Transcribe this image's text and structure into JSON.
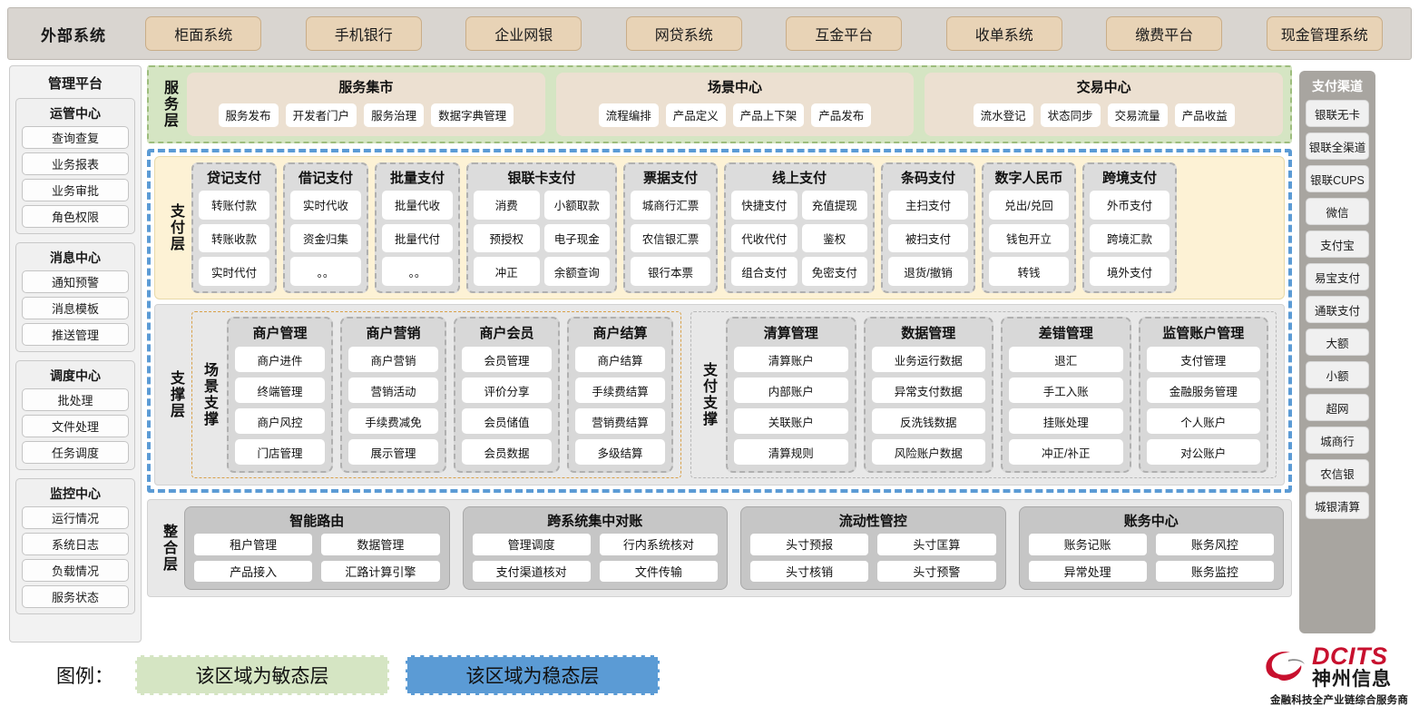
{
  "external": {
    "title": "外部系统",
    "items": [
      "柜面系统",
      "手机银行",
      "企业网银",
      "网贷系统",
      "互金平台",
      "收单系统",
      "缴费平台",
      "现金管理系统"
    ]
  },
  "left_panel": {
    "title": "管理平台",
    "groups": [
      {
        "title": "运管中心",
        "items": [
          "查询查复",
          "业务报表",
          "业务审批",
          "角色权限"
        ]
      },
      {
        "title": "消息中心",
        "items": [
          "通知预警",
          "消息模板",
          "推送管理"
        ]
      },
      {
        "title": "调度中心",
        "items": [
          "批处理",
          "文件处理",
          "任务调度"
        ]
      },
      {
        "title": "监控中心",
        "items": [
          "运行情况",
          "系统日志",
          "负载情况",
          "服务状态"
        ]
      }
    ]
  },
  "right_panel": {
    "title": "支付渠道",
    "items": [
      "银联无卡",
      "银联全渠道",
      "银联CUPS",
      "微信",
      "支付宝",
      "易宝支付",
      "通联支付",
      "大额",
      "小额",
      "超网",
      "城商行",
      "农信银",
      "城银清算"
    ]
  },
  "service_layer": {
    "label": "服务层",
    "groups": [
      {
        "title": "服务集市",
        "items": [
          "服务发布",
          "开发者门户",
          "服务治理",
          "数据字典管理"
        ]
      },
      {
        "title": "场景中心",
        "items": [
          "流程编排",
          "产品定义",
          "产品上下架",
          "产品发布"
        ]
      },
      {
        "title": "交易中心",
        "items": [
          "流水登记",
          "状态同步",
          "交易流量",
          "产品收益"
        ]
      }
    ]
  },
  "payment_layer": {
    "label": "支付层",
    "groups": [
      {
        "title": "贷记支付",
        "cols": 1,
        "width": 94,
        "items": [
          "转账付款",
          "转账收款",
          "实时代付"
        ]
      },
      {
        "title": "借记支付",
        "cols": 1,
        "width": 94,
        "items": [
          "实时代收",
          "资金归集",
          "。。"
        ]
      },
      {
        "title": "批量支付",
        "cols": 1,
        "width": 94,
        "items": [
          "批量代收",
          "批量代付",
          "。。"
        ]
      },
      {
        "title": "银联卡支付",
        "cols": 2,
        "width": 166,
        "items": [
          "消费",
          "小额取款",
          "预授权",
          "电子现金",
          "冲正",
          "余额查询"
        ]
      },
      {
        "title": "票据支付",
        "cols": 1,
        "width": 104,
        "items": [
          "城商行汇票",
          "农信银汇票",
          "银行本票"
        ]
      },
      {
        "title": "线上支付",
        "cols": 2,
        "width": 166,
        "items": [
          "快捷支付",
          "充值提现",
          "代收代付",
          "鉴权",
          "组合支付",
          "免密支付"
        ]
      },
      {
        "title": "条码支付",
        "cols": 1,
        "width": 104,
        "items": [
          "主扫支付",
          "被扫支付",
          "退货/撤销"
        ]
      },
      {
        "title": "数字人民币",
        "cols": 1,
        "width": 104,
        "items": [
          "兑出/兑回",
          "钱包开立",
          "转钱"
        ]
      },
      {
        "title": "跨境支付",
        "cols": 1,
        "width": 104,
        "items": [
          "外币支付",
          "跨境汇款",
          "境外支付"
        ]
      }
    ]
  },
  "support_layer": {
    "label": "支撑层",
    "sections": [
      {
        "label": "场景支撑",
        "kind": "scene",
        "groups": [
          {
            "title": "商户管理",
            "items": [
              "商户进件",
              "终端管理",
              "商户风控",
              "门店管理"
            ]
          },
          {
            "title": "商户营销",
            "items": [
              "商户营销",
              "营销活动",
              "手续费减免",
              "展示管理"
            ]
          },
          {
            "title": "商户会员",
            "items": [
              "会员管理",
              "评价分享",
              "会员储值",
              "会员数据"
            ]
          },
          {
            "title": "商户结算",
            "items": [
              "商户结算",
              "手续费结算",
              "营销费结算",
              "多级结算"
            ]
          }
        ]
      },
      {
        "label": "支付支撑",
        "kind": "paysup",
        "groups": [
          {
            "title": "清算管理",
            "items": [
              "清算账户",
              "内部账户",
              "关联账户",
              "清算规则"
            ]
          },
          {
            "title": "数据管理",
            "items": [
              "业务运行数据",
              "异常支付数据",
              "反洗钱数据",
              "风险账户数据"
            ]
          },
          {
            "title": "差错管理",
            "items": [
              "退汇",
              "手工入账",
              "挂账处理",
              "冲正/补正"
            ]
          },
          {
            "title": "监管账户管理",
            "items": [
              "支付管理",
              "金融服务管理",
              "个人账户",
              "对公账户"
            ]
          }
        ]
      }
    ]
  },
  "integration_layer": {
    "label": "整合层",
    "groups": [
      {
        "title": "智能路由",
        "items": [
          "租户管理",
          "数据管理",
          "产品接入",
          "汇路计算引擎"
        ]
      },
      {
        "title": "跨系统集中对账",
        "items": [
          "管理调度",
          "行内系统核对",
          "支付渠道核对",
          "文件传输"
        ]
      },
      {
        "title": "流动性管控",
        "items": [
          "头寸预报",
          "头寸匡算",
          "头寸核销",
          "头寸预警"
        ]
      },
      {
        "title": "账务中心",
        "items": [
          "账务记账",
          "账务风控",
          "异常处理",
          "账务监控"
        ]
      }
    ]
  },
  "legend": {
    "label": "图例：",
    "agile": "该区域为敏态层",
    "stable": "该区域为稳态层"
  },
  "logo": {
    "brand": "DCITS",
    "brand_cn": "神州信息",
    "tagline": "金融科技全产业链综合服务商"
  },
  "colors": {
    "agile_green": "#d5e5c3",
    "stable_blue": "#5b9bd5",
    "payment_yellow": "#fdf2d5",
    "external_chip": "#e8d3b6",
    "service_box": "#ece0d1",
    "brand_red": "#c8102e"
  }
}
